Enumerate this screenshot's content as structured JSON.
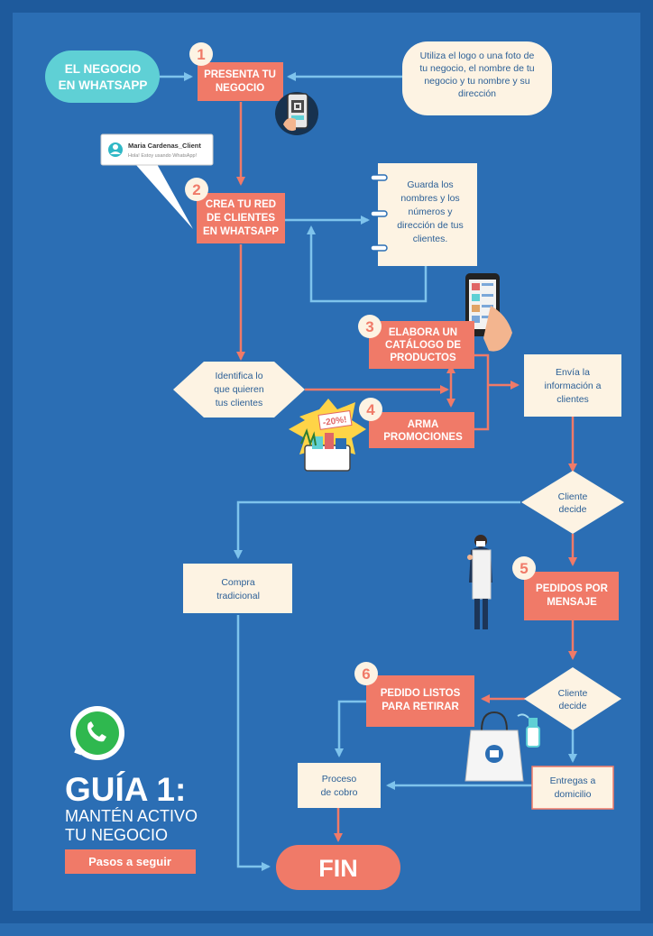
{
  "start": {
    "line1": "EL NEGOCIO",
    "line2": "EN WHATSAPP"
  },
  "steps": [
    {
      "num": "1",
      "lines": [
        "PRESENTA TU",
        "NEGOCIO"
      ]
    },
    {
      "num": "2",
      "lines": [
        "CREA TU RED",
        "DE CLIENTES",
        "EN WHATSAPP"
      ]
    },
    {
      "num": "3",
      "lines": [
        "ELABORA UN",
        "CATÁLOGO DE",
        "PRODUCTOS"
      ]
    },
    {
      "num": "4",
      "lines": [
        "ARMA",
        "PROMOCIONES"
      ]
    },
    {
      "num": "5",
      "lines": [
        "PEDIDOS POR",
        "MENSAJE"
      ]
    },
    {
      "num": "6",
      "lines": [
        "PEDIDO LISTOS",
        "PARA RETIRAR"
      ]
    }
  ],
  "notes": {
    "logo": [
      "Utiliza el logo o una foto de",
      "tu negocio, el nombre de tu",
      "negocio y tu nombre y su",
      "dirección"
    ],
    "save": [
      "Guarda los",
      "nombres y los",
      "números y",
      "dirección de tus",
      "clientes."
    ],
    "identify": [
      "Identifica lo",
      "que quieren",
      "tus clientes"
    ],
    "send": [
      "Envía la",
      "información a",
      "clientes"
    ],
    "decide1": [
      "Cliente",
      "decide"
    ],
    "decide2": [
      "Cliente",
      "decide"
    ],
    "traditional": [
      "Compra",
      "tradicional"
    ],
    "payment": [
      "Proceso",
      "de cobro"
    ],
    "delivery": [
      "Entregas a",
      "domicilio"
    ]
  },
  "chat": {
    "name": "Maria Cardenas_Client",
    "message": "Hola! Estoy usando WhatsApp!"
  },
  "promo": "-20%!",
  "end": "FIN",
  "guide": {
    "title": "GUÍA 1:",
    "subtitle1": "MANTÉN ACTIVO",
    "subtitle2": "TU NEGOCIO",
    "badge": "Pasos a seguir"
  },
  "colors": {
    "background": "#2b6eb4",
    "border": "#1e5a9c",
    "step": "#f07a68",
    "note": "#fdf3e3",
    "start": "#5fd0d5",
    "arrow_blue": "#7ec3ec",
    "arrow_red": "#f07a68",
    "whatsapp": "#2fb84f"
  }
}
